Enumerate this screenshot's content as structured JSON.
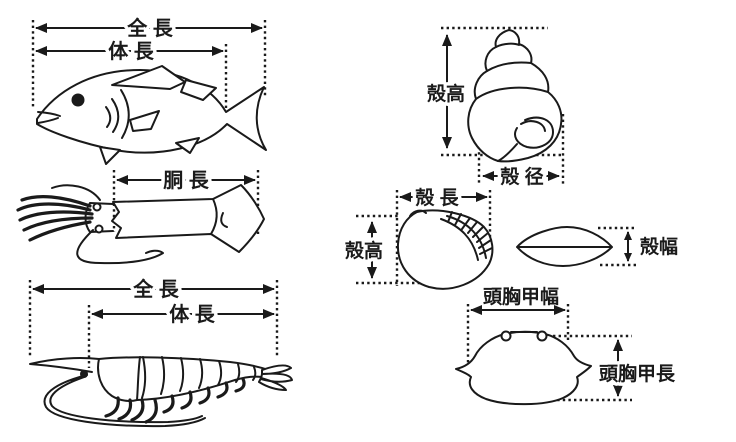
{
  "colors": {
    "ink": "#1a1a1a",
    "paper": "#ffffff"
  },
  "fish": {
    "total_length": "全 長",
    "body_length": "体 長"
  },
  "squid": {
    "mantle_length": "胴 長"
  },
  "shrimp": {
    "total_length": "全 長",
    "body_length": "体 長"
  },
  "snail": {
    "shell_height": "殻高",
    "shell_diameter": "殻 径"
  },
  "bivalve": {
    "shell_length": "殻 長",
    "shell_height": "殻高",
    "shell_width": "殻幅"
  },
  "crab": {
    "carapace_width": "頭胸甲幅",
    "carapace_length": "頭胸甲長"
  }
}
